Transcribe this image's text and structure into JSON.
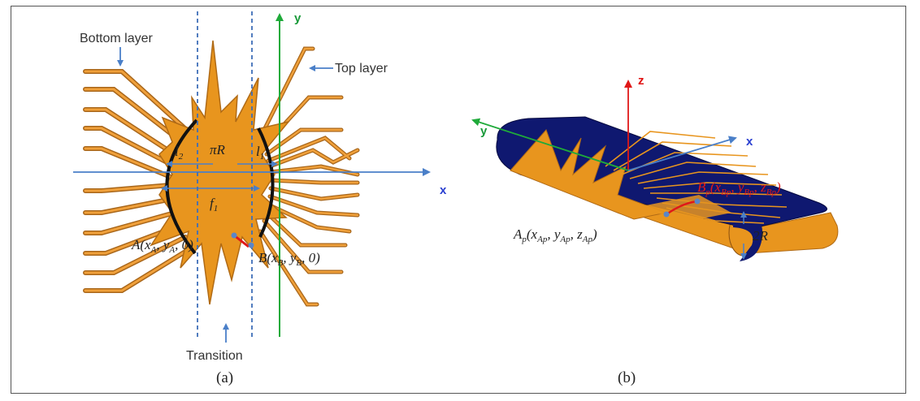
{
  "panel_a": {
    "labels": {
      "bottom_layer": "Bottom layer",
      "top_layer": "Top layer",
      "transition": "Transition",
      "x_axis": "x",
      "y_axis": "y",
      "l2": "l",
      "l2_sub": "2",
      "pi_r": "πR",
      "l1": "l",
      "l1_sub": "1",
      "f1": "f",
      "f1_sub": "1",
      "point_a": "A(x",
      "point_a_sub1": "A",
      "point_a_mid": ", y",
      "point_a_sub2": "A",
      "point_a_end": ", 0)",
      "point_b": "B(x",
      "point_b_sub1": "B",
      "point_b_mid": ", y",
      "point_b_sub2": "B",
      "point_b_end": ", 0)"
    },
    "caption": "(a)"
  },
  "panel_b": {
    "labels": {
      "x_axis": "x",
      "y_axis": "y",
      "z_axis": "z",
      "point_ap": "A",
      "point_ap_sub": "p",
      "point_ap_coords": "(x",
      "point_ap_c1": "Ap",
      "point_ap_m1": ", y",
      "point_ap_c2": "Ap",
      "point_ap_m2": ", z",
      "point_ap_c3": "Ap",
      "point_ap_end": ")",
      "point_bp": "B",
      "point_bp_sub": "p",
      "point_bp_coords": "(x",
      "point_bp_c1": "Bp",
      "point_bp_m1": ", y",
      "point_bp_c2": "Bp",
      "point_bp_m2": ", z",
      "point_bp_c3": "Bp",
      "point_bp_end": ")",
      "two_r": "2R"
    },
    "caption": "(b)"
  },
  "colors": {
    "copper": "#e8951e",
    "copper_dark": "#b5701a",
    "substrate": "#0f1870",
    "axis_blue": "#4a7fc8",
    "axis_green": "#1faa3a",
    "axis_red": "#e01818",
    "dashed": "#3f6fb8"
  }
}
